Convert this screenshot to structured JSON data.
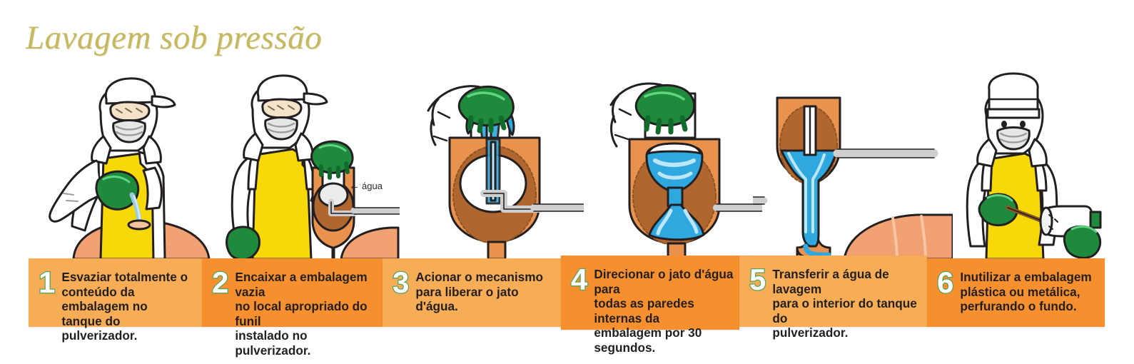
{
  "title": "Lavagem sob pressão",
  "colors": {
    "title": "#c5b860",
    "bar_light": "#f7ad56",
    "bar_dark": "#f6902f",
    "number_fill": "#ffffff",
    "number_outline": "#56a356",
    "glove_green": "#1f8a3b",
    "apron_yellow": "#f7d808",
    "tank_orange": "#f0a06a",
    "funnel_orange": "#e8924e",
    "water_blue": "#2fa8e0",
    "suit_white": "#ffffff"
  },
  "steps": [
    {
      "number": "1",
      "text": "Esvaziar totalmente o\nconteúdo da embalagem no\ntanque do pulverizador."
    },
    {
      "number": "2",
      "text": "Encaixar a embalagem vazia\nno local apropriado do funil\ninstalado no pulverizador."
    },
    {
      "number": "3",
      "text": "Acionar o mecanismo\npara liberar o jato d'água."
    },
    {
      "number": "4",
      "text": "Direcionar o jato d'água para\ntodas as paredes internas da\nembalagem por 30\nsegundos."
    },
    {
      "number": "5",
      "text": "Transferir a água de lavagem\npara o interior do tanque do\npulverizador."
    },
    {
      "number": "6",
      "text": "Inutilizar a embalagem\nplástica ou metálica,\nperfurando o fundo."
    }
  ],
  "annotations": {
    "agua_label": "água",
    "agua_arrow": "←"
  },
  "illustrations": [
    {
      "id": "panel-1",
      "description": "worker-pouring-container-into-sprayer-tank"
    },
    {
      "id": "panel-2",
      "description": "worker-fitting-empty-bottle-into-funnel"
    },
    {
      "id": "panel-3",
      "description": "gloved-hand-pressing-bottle-water-jet-released"
    },
    {
      "id": "panel-4",
      "description": "water-jet-rinsing-inside-of-bottle"
    },
    {
      "id": "panel-5",
      "description": "funnel-draining-rinse-water-into-sprayer-tank"
    },
    {
      "id": "panel-6",
      "description": "worker-puncturing-bottle-bottom-with-tool"
    }
  ]
}
